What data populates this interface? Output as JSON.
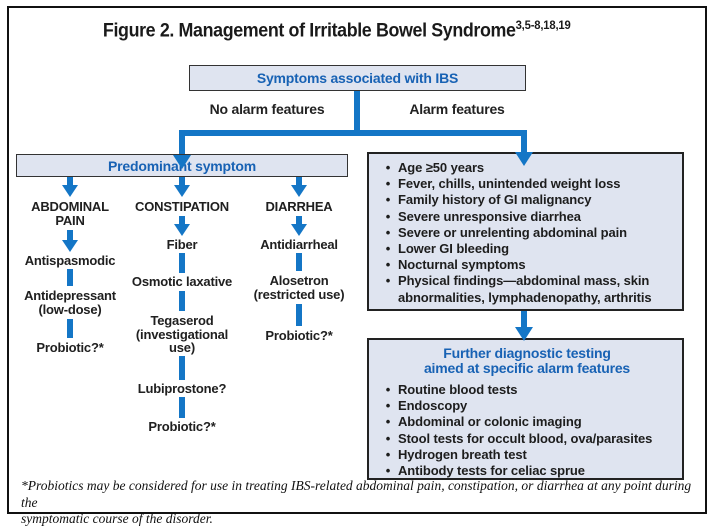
{
  "figure_title": {
    "text": "Figure 2. Management of Irritable Bowel Syndrome",
    "refs": "3,5-8,18,19"
  },
  "colors": {
    "accent_blue": "#1476c6",
    "heading_blue": "#1862b4",
    "box_fill": "#dfe4f0",
    "box_border": "#333333",
    "frame_border": "#111111",
    "body_text": "#202020"
  },
  "flow": {
    "root_label": "Symptoms associated with IBS",
    "no_alarm_label": "No alarm features",
    "alarm_label": "Alarm features",
    "predominant_label": "Predominant symptom"
  },
  "columns": [
    {
      "header_lines": [
        "ABDOMINAL",
        "PAIN"
      ],
      "items": [
        {
          "lines": [
            "Antispasmodic"
          ]
        },
        {
          "lines": [
            "Antidepressant",
            "(low-dose)"
          ]
        },
        {
          "lines": [
            "Probiotic?*"
          ]
        }
      ]
    },
    {
      "header_lines": [
        "CONSTIPATION"
      ],
      "items": [
        {
          "lines": [
            "Fiber"
          ]
        },
        {
          "lines": [
            "Osmotic laxative"
          ]
        },
        {
          "lines": [
            "Tegaserod",
            "(investigational",
            "use)"
          ]
        },
        {
          "lines": [
            "Lubiprostone?"
          ]
        },
        {
          "lines": [
            "Probiotic?*"
          ]
        }
      ]
    },
    {
      "header_lines": [
        "DIARRHEA"
      ],
      "items": [
        {
          "lines": [
            "Antidiarrheal"
          ]
        },
        {
          "lines": [
            "Alosetron",
            "(restricted use)"
          ]
        },
        {
          "lines": [
            "Probiotic?*"
          ]
        }
      ]
    }
  ],
  "alarm_box": {
    "bullet": "•",
    "items": [
      "Age ≥50 years",
      "Fever, chills, unintended weight loss",
      "Family history of GI malignancy",
      "Severe unresponsive diarrhea",
      "Severe or unrelenting abdominal pain",
      "Lower GI bleeding",
      "Nocturnal symptoms",
      "Physical findings—abdominal mass, skin abnormalities, lymphadenopathy, arthritis"
    ]
  },
  "testing_box": {
    "bullet": "•",
    "title_lines": [
      "Further diagnostic testing",
      "aimed at specific alarm features"
    ],
    "items": [
      "Routine blood tests",
      "Endoscopy",
      "Abdominal or colonic imaging",
      "Stool tests for occult blood, ova/parasites",
      "Hydrogen breath test",
      "Antibody tests for celiac sprue"
    ]
  },
  "footnote": {
    "line1": "*Probiotics may be considered for use in treating IBS-related abdominal pain, constipation, or diarrhea at any point during the",
    "line2": "symptomatic course of the disorder."
  }
}
